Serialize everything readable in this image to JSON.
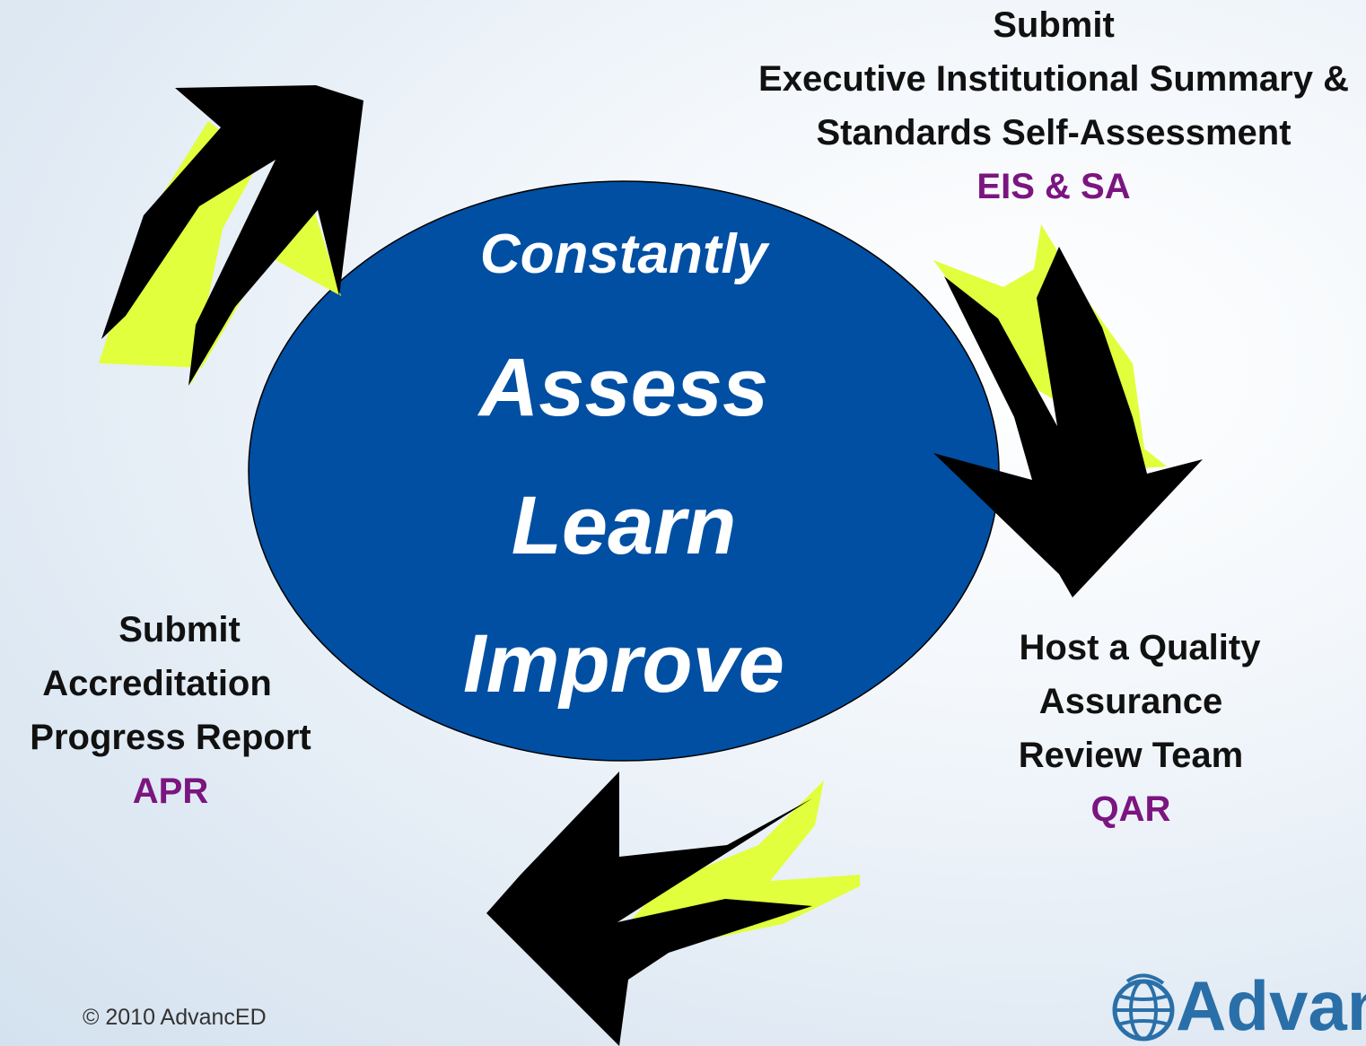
{
  "top_right": {
    "line1": "Submit",
    "line2": "Executive Institutional Summary &",
    "line3": "Standards Self-Assessment",
    "acronym": "EIS & SA"
  },
  "bottom_right": {
    "line1": "Host a Quality",
    "line2": "Assurance",
    "line3": "Review Team",
    "acronym": "QAR"
  },
  "left": {
    "line1": "Submit",
    "line2": "Accreditation",
    "line3": "Progress Report",
    "acronym": "APR"
  },
  "center": {
    "word1": "Constantly",
    "word2": "Assess",
    "word3": "Learn",
    "word4": "Improve"
  },
  "footer": {
    "copyright": "© 2010 AdvancED",
    "logo_text": "Advan"
  },
  "colors": {
    "ellipse": "#004fa3",
    "arrow_shadow": "#e1ff3c",
    "arrow": "#000000",
    "acronym": "#7b1580"
  }
}
